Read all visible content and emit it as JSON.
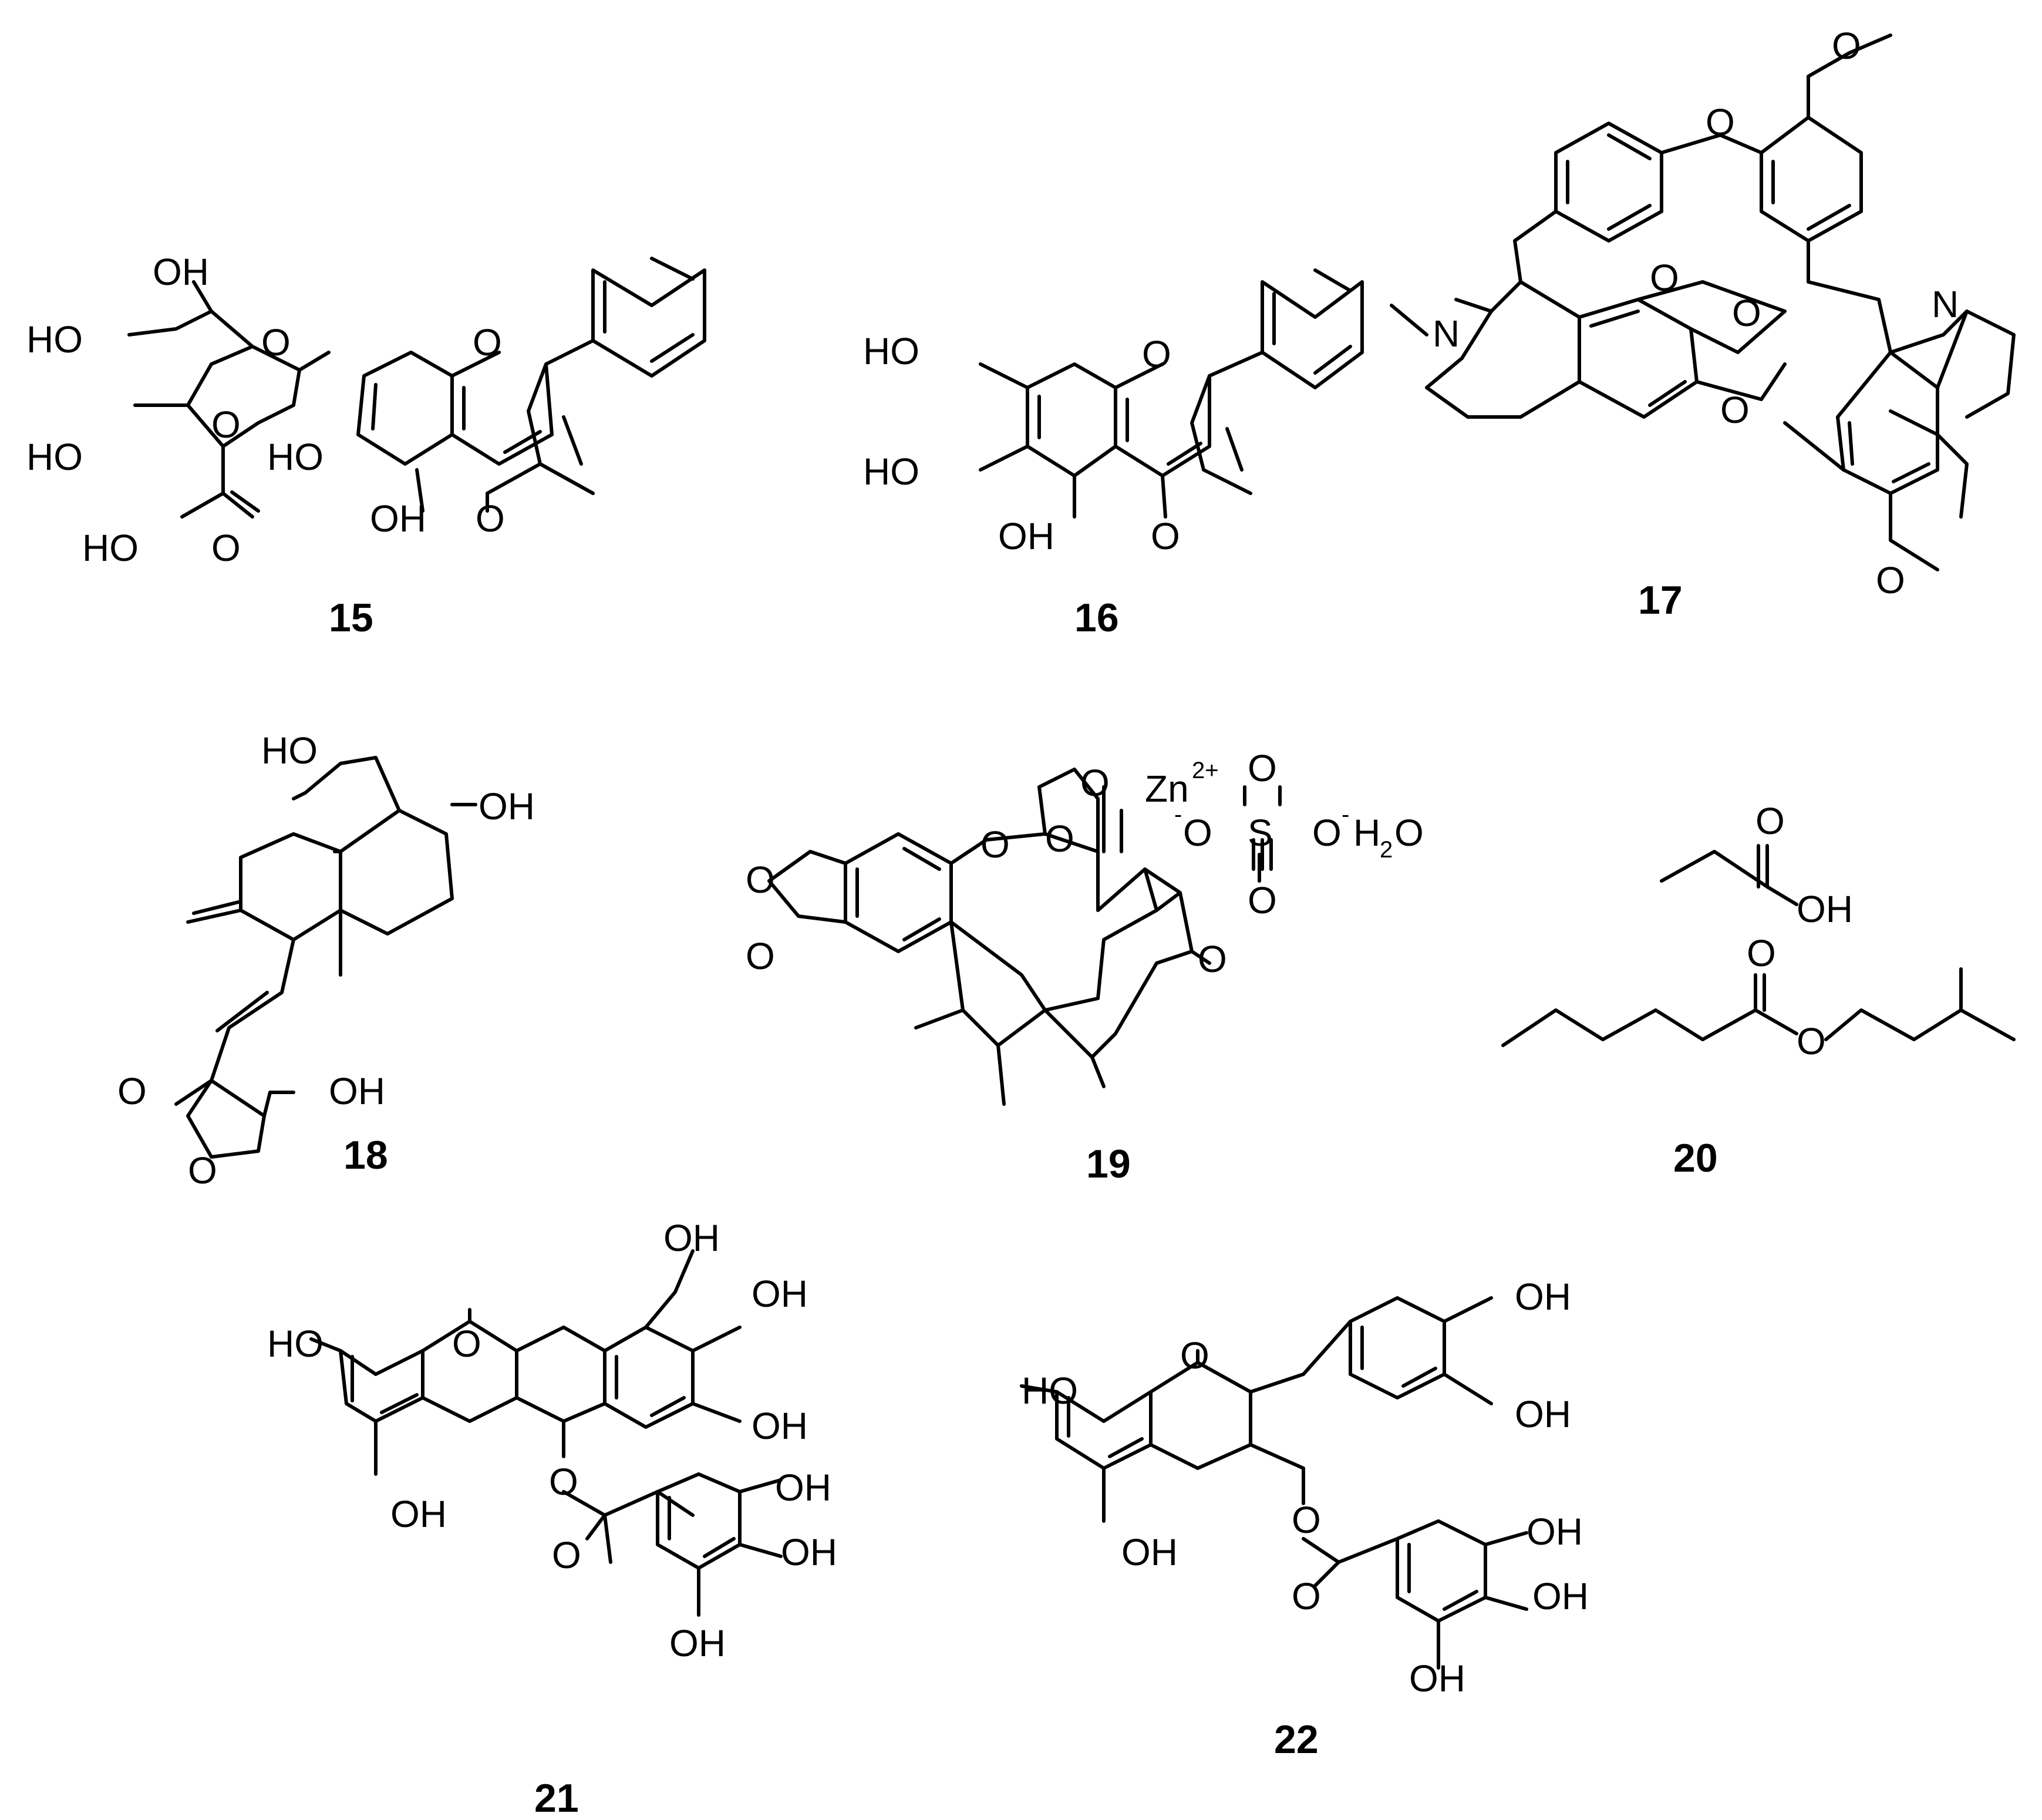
{
  "compounds": [
    {
      "id": "15",
      "labels": {
        "oh1": "OH",
        "oh2": "HO",
        "oh3": "HO",
        "o_link": "O",
        "o_ring": "O",
        "o_sugar": "O",
        "oh4": "HO",
        "oh5": "OH",
        "o_keto": "O",
        "acid_ho": "HO",
        "acid_o": "O"
      }
    },
    {
      "id": "16",
      "labels": {
        "oh1": "HO",
        "oh2": "HO",
        "oh3": "OH",
        "o_ring": "O",
        "o_keto": "O"
      }
    },
    {
      "id": "17",
      "labels": {
        "o_top": "O",
        "o_link": "O",
        "n1": "N",
        "n2": "N",
        "o1": "O",
        "o2": "O",
        "o3": "O",
        "o_bottom": "O"
      }
    },
    {
      "id": "18",
      "labels": {
        "ho": "HO",
        "oh1": "OH",
        "oh2": "OH",
        "o_keto": "O",
        "o_ring": "O"
      }
    },
    {
      "id": "19",
      "labels": {
        "o1": "O",
        "o2": "O",
        "o3": "O",
        "o4": "O",
        "o5": "O",
        "o_keto": "O",
        "zn": "Zn",
        "zn_charge": "2+",
        "s": "S",
        "so_top": "O",
        "so_bottom": "O",
        "so_left": "O",
        "so_right": "O",
        "minus": "-",
        "h2o_h": "H",
        "h2o_2": "2",
        "h2o_o": "O"
      }
    },
    {
      "id": "20",
      "labels": {
        "o1": "O",
        "oh": "OH",
        "o2": "O",
        "o3": "O"
      }
    },
    {
      "id": "21",
      "labels": {
        "ho": "HO",
        "o_ring": "O",
        "oh_a": "OH",
        "oh_b": "OH",
        "oh_c": "OH",
        "oh_d": "OH",
        "o_ester": "O",
        "o_keto": "O",
        "oh_e": "OH",
        "oh_f": "OH",
        "oh_g": "OH"
      }
    },
    {
      "id": "22",
      "labels": {
        "ho": "HO",
        "o_ring": "O",
        "oh_a": "OH",
        "oh_b": "OH",
        "oh_d": "OH",
        "o_ester": "O",
        "o_keto": "O",
        "oh_e": "OH",
        "oh_f": "OH",
        "oh_g": "OH"
      }
    }
  ]
}
